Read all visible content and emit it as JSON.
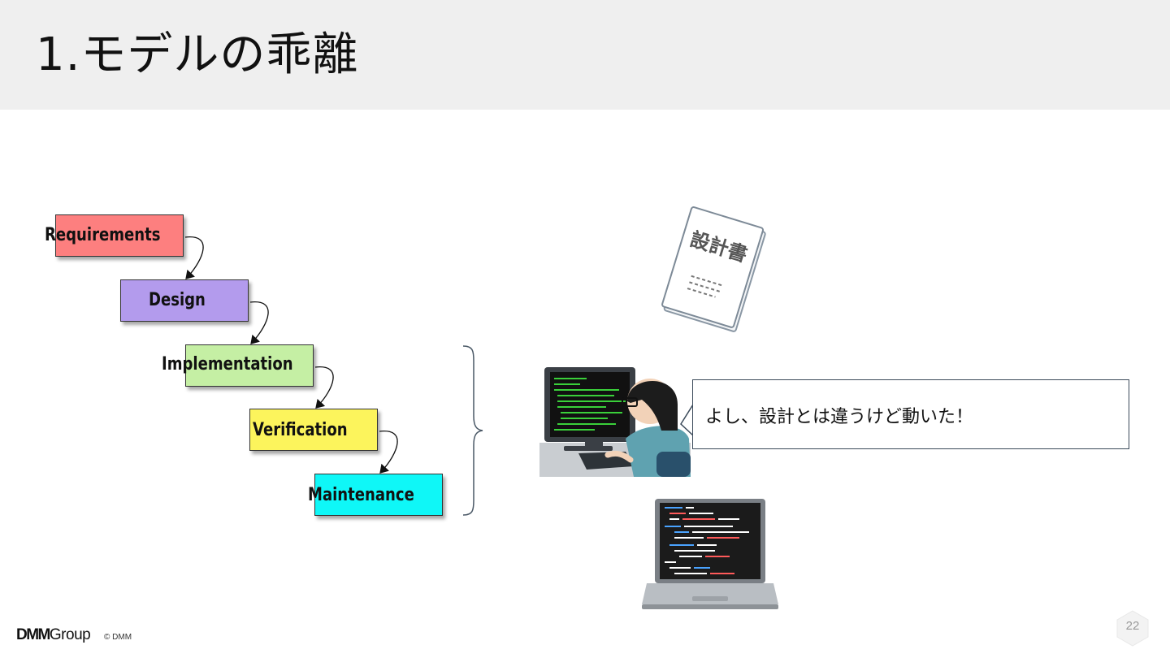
{
  "slide": {
    "title": "1.モデルの乖離",
    "page_number": "22"
  },
  "waterfall": {
    "steps": [
      {
        "label": "Requirements",
        "color": "#fd7f7f"
      },
      {
        "label": "Design",
        "color": "#b39bed"
      },
      {
        "label": "Implementation",
        "color": "#c5efa4"
      },
      {
        "label": "Verification",
        "color": "#fcf45c"
      },
      {
        "label": "Maintenance",
        "color": "#0ff7f7"
      }
    ]
  },
  "illustrations": {
    "design_doc": {
      "icon": "design-document-icon",
      "label": "設計書"
    },
    "developer": {
      "icon": "developer-at-computer-icon"
    },
    "laptop": {
      "icon": "laptop-code-icon"
    }
  },
  "speech_bubble": {
    "text": "よし、設計とは違うけど動いた！"
  },
  "footer": {
    "logo_bold": "DMM",
    "logo_light": "Group",
    "copyright": "© DMM"
  }
}
